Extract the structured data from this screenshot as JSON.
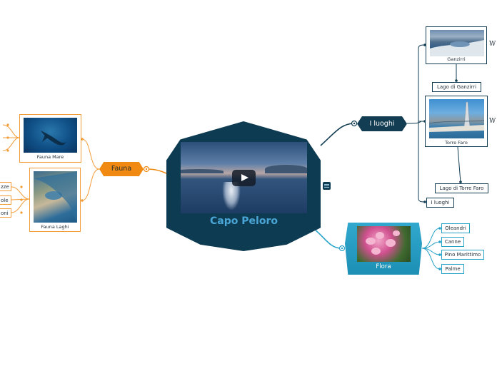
{
  "central": {
    "title": "Capo Peloro"
  },
  "branches": {
    "fauna": {
      "label": "Fauna",
      "cards": [
        {
          "caption": "Fauna Mare"
        },
        {
          "caption": "Fauna Laghi"
        }
      ],
      "cut_leaves": [
        "zze",
        "ole",
        "oni"
      ]
    },
    "luoghi": {
      "label": "I luoghi",
      "cards": [
        {
          "caption": "Ganzirri"
        },
        {
          "caption": "Torre Faro"
        }
      ],
      "leaves": {
        "lago_ganzirri": "Lago di Ganzirri",
        "lago_torre_faro": "Lago di Torre Faro",
        "i_luoghi": "I luoghi"
      },
      "cut_marks": [
        "W",
        "W"
      ]
    },
    "flora": {
      "label": "Flora",
      "leaves": [
        "Oleandri",
        "Canne",
        "Pino Marittimo",
        "Palme"
      ]
    }
  },
  "colors": {
    "central": "#0d3b52",
    "fauna": "#f08a12",
    "luoghi": "#123d52",
    "flora": "#27a2c8"
  },
  "icons": [
    "play-icon",
    "notes-icon",
    "node-toggle-icon"
  ]
}
